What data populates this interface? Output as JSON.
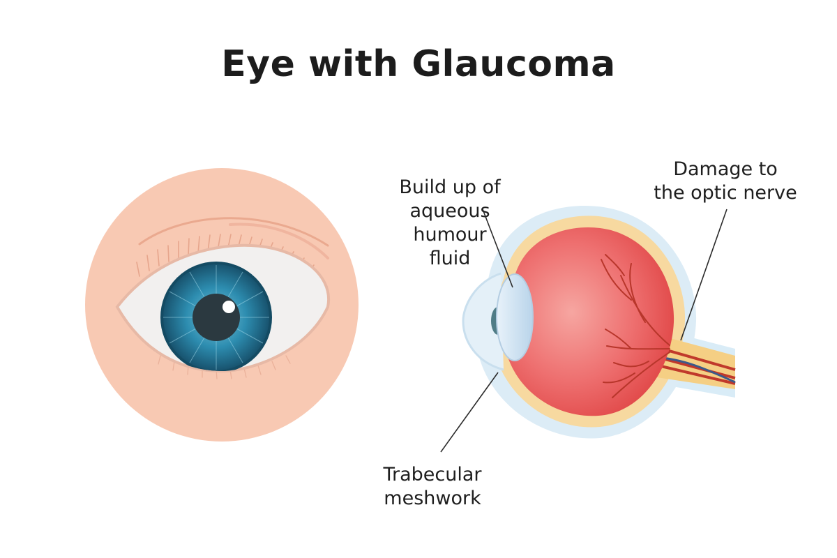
{
  "title": "Eye with Glaucoma",
  "labels": {
    "fluid": [
      "Build up of",
      "aqueous",
      "humour",
      "fluid"
    ],
    "nerve": [
      "Damage to",
      "the optic nerve"
    ],
    "meshwork": [
      "Trabecular",
      "meshwork"
    ]
  },
  "colors": {
    "skin": "#f8c9b3",
    "iris": "#1f6f91",
    "pupil": "#2b3940",
    "retina": "#ef5a5a",
    "sclera_outer": "#f7d9a0",
    "lens": "#cfe3f2",
    "vessel": "#c0392b"
  }
}
